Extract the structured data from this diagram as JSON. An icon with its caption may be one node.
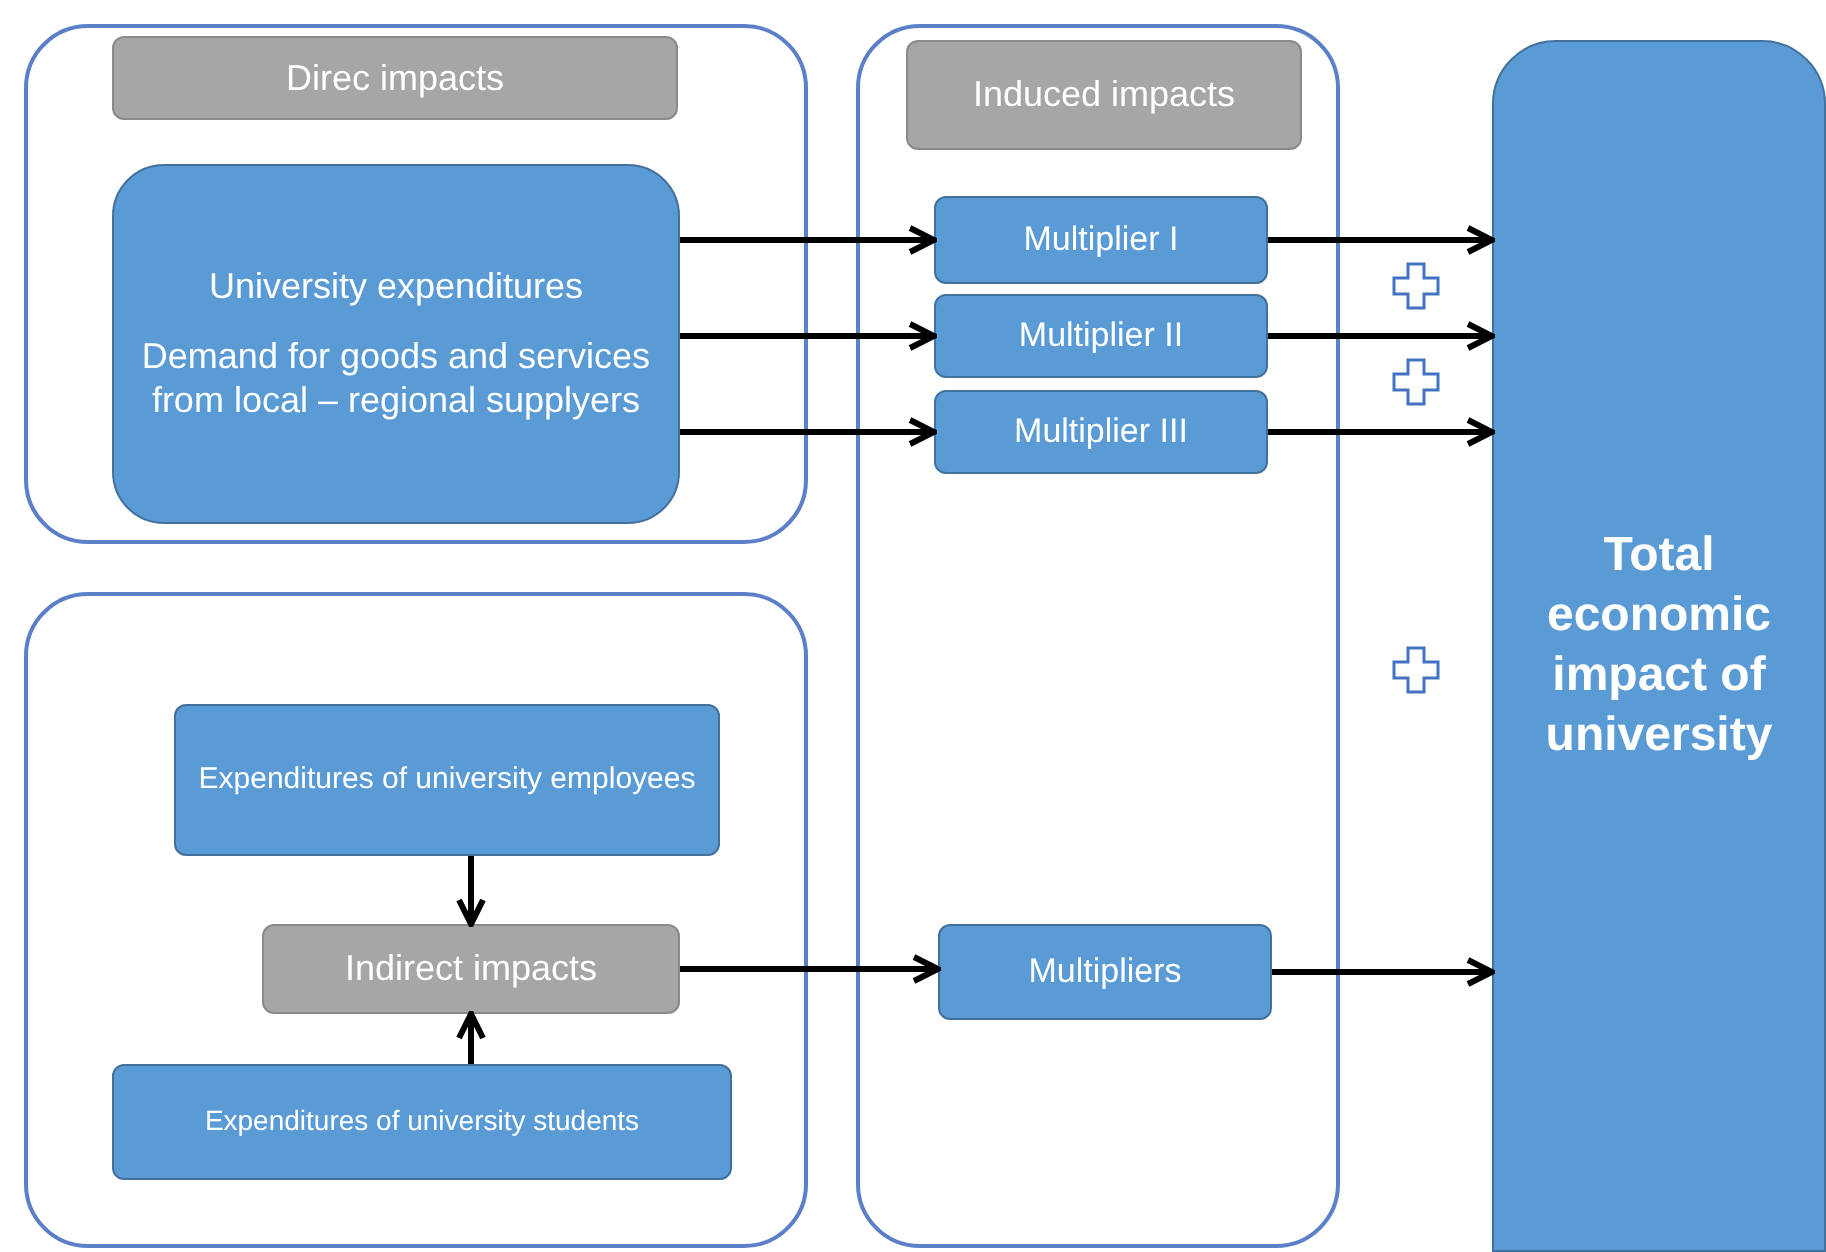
{
  "diagram": {
    "nodes": [
      {
        "text": [],
        "shape": "box"
      },
      {
        "text": [
          "Direc impacts"
        ],
        "in": 0
      },
      {
        "text": [
          "University expenditures",
          "Demand for goods and services from local – regional supplyers"
        ],
        "in": 0
      },
      {
        "text": [],
        "shape": "box"
      },
      {
        "text": [
          "Induced impacts"
        ],
        "in": 3
      },
      {
        "text": [
          "Multiplier I"
        ],
        "in": 3
      },
      {
        "text": [
          "Multiplier II"
        ],
        "in": 3
      },
      {
        "text": [
          "Multiplier III"
        ],
        "in": 3
      },
      {
        "text": [
          "Total economic impact of university"
        ]
      },
      {
        "text": [],
        "shape": "box"
      },
      {
        "text": [
          "Expenditures of university employees"
        ],
        "in": 9
      },
      {
        "text": [
          "Indirect impacts"
        ],
        "in": 9
      },
      {
        "text": [
          "Expenditures of university students"
        ],
        "in": 9
      },
      {
        "text": [
          "Multipliers"
        ],
        "in": 3
      }
    ],
    "edges": [
      {
        "from": 2,
        "to": 5,
        "arrow": "to"
      },
      {
        "from": 2,
        "to": 6,
        "arrow": "to"
      },
      {
        "from": 2,
        "to": 7,
        "arrow": "to"
      },
      {
        "from": 5,
        "to": 8,
        "arrow": "to"
      },
      {
        "from": 6,
        "to": 8,
        "arrow": "to"
      },
      {
        "from": 7,
        "to": 8,
        "arrow": "to"
      },
      {
        "from": 10,
        "to": 11,
        "arrow": "to"
      },
      {
        "from": 12,
        "to": 11,
        "arrow": "to"
      },
      {
        "from": 11,
        "to": 13,
        "arrow": "to"
      },
      {
        "from": 13,
        "to": 8,
        "arrow": "to"
      }
    ]
  }
}
